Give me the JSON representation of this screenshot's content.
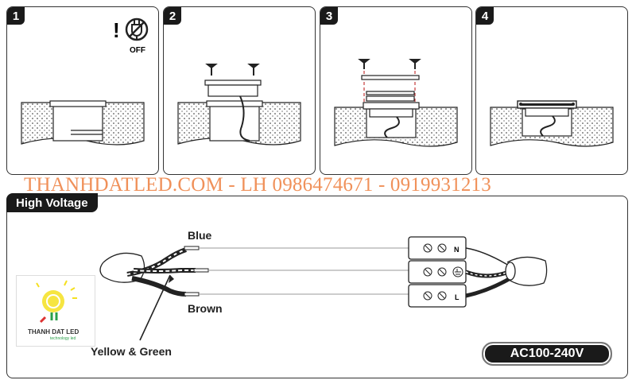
{
  "steps": [
    {
      "number": "1",
      "off_label": "OFF"
    },
    {
      "number": "2"
    },
    {
      "number": "3"
    },
    {
      "number": "4"
    }
  ],
  "watermark": "THANHDATLED.COM - LH 0986474671 - 0919931213",
  "high_voltage": {
    "title": "High Voltage",
    "wire_blue": "Blue",
    "wire_brown": "Brown",
    "wire_ground": "Yellow & Green",
    "terminal_n": "N",
    "terminal_l": "L",
    "voltage": "AC100-240V"
  },
  "logo": {
    "brand_text": "THANH DAT LED",
    "tagline": "technology led"
  },
  "colors": {
    "panel_badge": "#1a1a1a",
    "watermark": "#f0915a",
    "logo_bulb": "#f5e020",
    "logo_accent": "#2aa04a"
  }
}
